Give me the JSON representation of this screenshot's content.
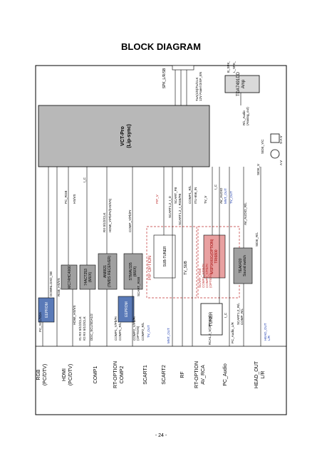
{
  "page": {
    "title": "BLOCK DIAGRAM",
    "page_number": "- 24 -"
  },
  "connectors": [
    {
      "label": "RGB\n(PC/DTV)"
    },
    {
      "label": "HDMI\n(PC/DTV)"
    },
    {
      "label": "COMP1"
    },
    {
      "label": "RT-OPTION\nCOMP2"
    },
    {
      "label": "SCART1"
    },
    {
      "label": "SCART2"
    },
    {
      "label": "RF"
    },
    {
      "label": "RT-OPTION\nAV_RCA"
    },
    {
      "label": "PC_Audio"
    },
    {
      "label": "HEAD_OUT\nL/R"
    }
  ],
  "blocks": {
    "eeprom1": "EEPROM",
    "mc74hc4066": "MC74HC4066",
    "74act253": "74ACT253\n(MUX)",
    "an8821": "AN8821\n(TMDS RECEIVER)",
    "eeprom2": "EEPROM",
    "stmav335": "STMAV335\n(MUX)",
    "pip_option": "PIP OPTION",
    "sub_tuner": "SUB-TUNER",
    "tv_sub": "TV_SUB",
    "msp_option": "MSP34X0G(OPTION)\nTRI6800",
    "tuner": "TUNER",
    "tea6420": "TEA6420\nSound switch",
    "vct_pro": "VCT-Pro\n(Lip-sync)",
    "tda": "TDA7491DD\nAmp",
    "spk": "SPK_L/R/SB"
  },
  "signals": {
    "pc_scl_sda": "PC_SCL/SDA",
    "download_ddc": "DOWNLOAD_SB",
    "rgb_hsvs": "RGB_HS/VS",
    "pc_rgb": "PC_RGB",
    "hsvs": "HS/VS",
    "i2c_top": "I_C",
    "hdmi_hsvs": "HDMI_HS/VS",
    "rx01": "#1 RX 0/1/2/CLK",
    "rx02": "#2 RX 0/1/2/CLK",
    "ddc_scl": "DDC_SCL/SDA1/2",
    "rx_clk": "RX 0/1/2/CLK",
    "hdmi_yp": "HDMI_Y/Pb/Pr/(HS/VS)",
    "comp1_ypbpr": "COMP1_Y/Pb/Pr",
    "comp1_lr": "COMP1_R/L",
    "comp2_ypbpr": "COMP2_Y/Pb/Pr\n(OPTION)",
    "comp2_lr": "COMP2_R/L",
    "scart_rgb": "SCART_RGB",
    "comp_ypbpr": "COMP_Y/Pb/Pr",
    "pip_v": "PIP_V",
    "scart_cvbs": "SCART1,2_I_D",
    "scart_fb": "SCART_FB",
    "scart_12": "SCART1,2_I_RGB/FB",
    "comp1_rl": "COMP1_R/L",
    "itu656": "ITU-656_IN",
    "tv_v": "TV_V",
    "i2c_mid": "I_C",
    "mnt_out": "MNT_OUT",
    "tv_out": "TV_OUT",
    "av_audio": "AV_AUDIO",
    "av_audio_rl": "AV_AUDIO_R/L",
    "side_v": "SIDE_V",
    "side_yc": "SIDE_Y/C",
    "side_rl": "SIDE_R/L",
    "scart_rgb2": "SCART_RGB\nCOMP1_Y/Pb/Pr\nCOMP2_Y/Pb/Pr\n(OPTION)",
    "i2c_tuner": "I_C",
    "tv_out_left": "TV_OUT",
    "mnt_out_left": "MNT_OUT",
    "rca2": "RCA1,2_V(OPTION)",
    "pc_audio_lr": "PC_Audio_L/R",
    "scart12_rl": "SCART1,2_R/L\nCOMP_R/L",
    "head_out": "HEAD_OUT\nL/R",
    "rl_audio": "R/L_Audio\n(Analog_out)",
    "b_spk": "B_SPK_OUT",
    "l_spk": "L_SPK_OUT",
    "tx_panel": "TxA(1/0)/Tx/CLK\n12V Panel DISP_EN",
    "av_side": "A V",
    "s_av": "S-A V"
  }
}
